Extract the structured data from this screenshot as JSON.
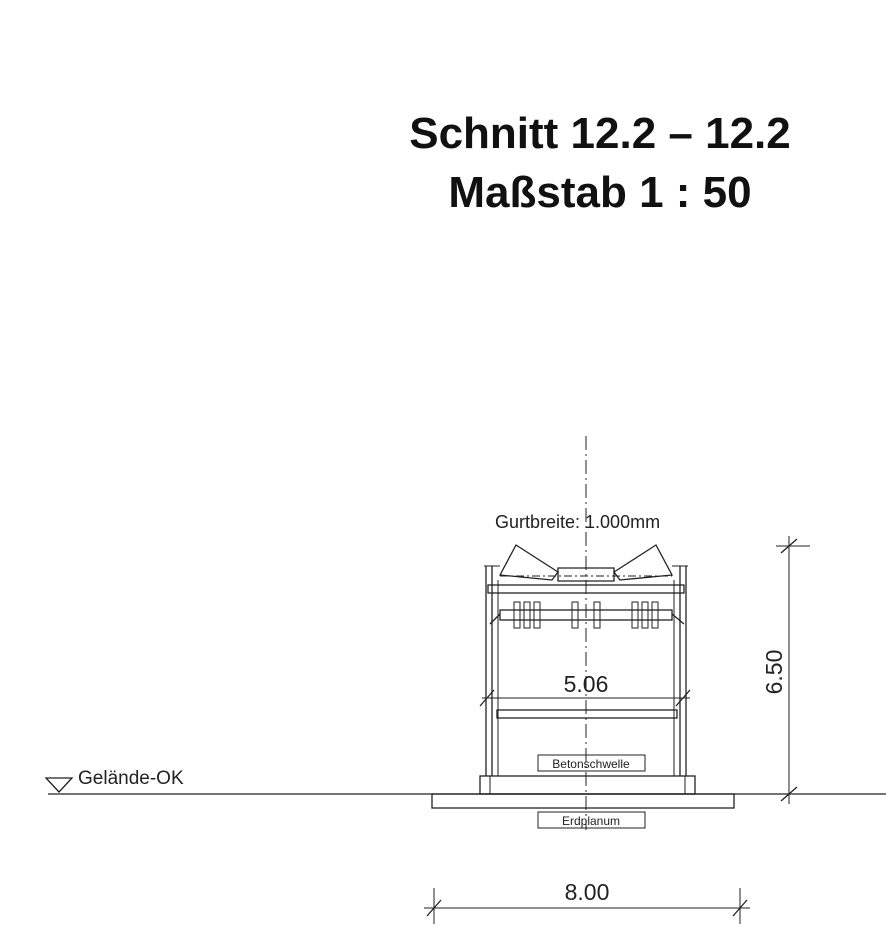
{
  "title": {
    "line1": "Schnitt 12.2 – 12.2",
    "line2": "Maßstab 1 : 50"
  },
  "labels": {
    "belt_width": "Gurtbreite: 1.000mm",
    "ground_level": "Gelände-OK",
    "concrete_sleeper": "Betonschwelle",
    "subgrade": "Erdplanum"
  },
  "dimensions": {
    "frame_width": "5.06",
    "height": "6.50",
    "base_width": "8.00"
  }
}
